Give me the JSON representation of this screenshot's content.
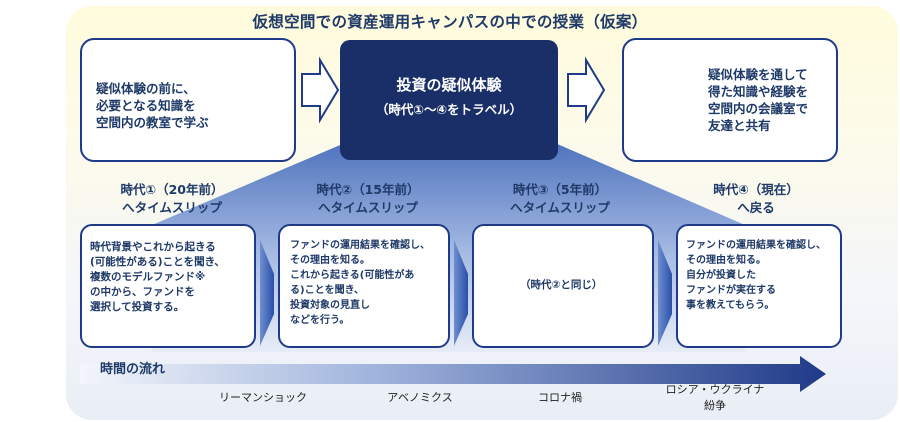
{
  "title": "仮想空間での資産運用キャンパスの中での授業（仮案）",
  "top_left": {
    "text": "疑似体験の前に、\n必要となる知識を\n空間内の教室で学ぶ"
  },
  "center": {
    "title": "投資の疑似体験",
    "subtitle": "（時代①～④をトラベル）"
  },
  "top_right": {
    "text": "疑似体験を通して\n得た知識や経験を\n空間内の会議室で\n友達と共有"
  },
  "eras": [
    {
      "heading": "時代①（20年前）\nへタイムスリップ",
      "text": "時代背景やこれから起きる\n(可能性がある)ことを聞き、\n複数のモデルファンド※\nの中から、ファンドを\n選択して投資する。"
    },
    {
      "heading": "時代②（15年前）\nへタイムスリップ",
      "text": "ファンドの運用結果を確認し、\nその理由を知る。\nこれから起きる(可能性があ\nる)ことを聞き、\n投資対象の見直し\nなどを行う。"
    },
    {
      "heading": "時代③（5年前）\nへタイムスリップ",
      "text": "（時代②と同じ）"
    },
    {
      "heading": "時代④（現在）\nへ戻る",
      "text": "ファンドの運用結果を確認し、\nその理由を知る。\n自分が投資した\nファンドが実在する\n事を教えてもらう。"
    }
  ],
  "timeline": {
    "label": "時間の流れ",
    "events": [
      "リーマンショック",
      "アベノミクス",
      "コロナ禍",
      "ロシア・ウクライナ\n紛争"
    ]
  },
  "colors": {
    "navy": "#1a2f68",
    "border": "#1f3a88",
    "text": "#1f3a68",
    "arrow_blue": "#2f5fb5",
    "background_yellow": "#fffbdc"
  },
  "icons": [
    "students-icon",
    "meeting-icon",
    "laptop-person-icon",
    "chart-person-icon",
    "worried-person-icon",
    "watering-person-icon"
  ]
}
